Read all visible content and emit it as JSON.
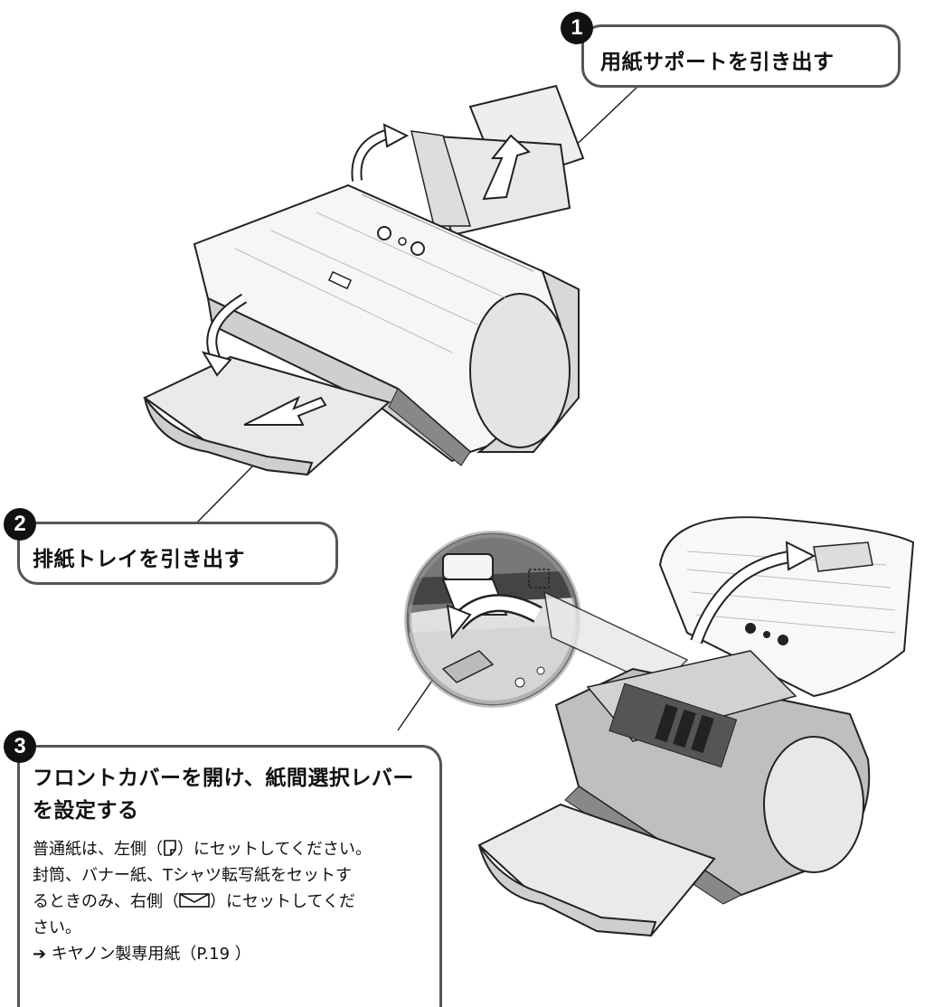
{
  "steps": [
    {
      "number": "1",
      "title": "用紙サポートを引き出す"
    },
    {
      "number": "2",
      "title": "排紙トレイを引き出す"
    },
    {
      "number": "3",
      "title_line1": "フロントカバーを開け、紙間選択レバー",
      "title_line2": "を設定する"
    }
  ],
  "step3_body": {
    "line1_a": "普通紙は、左側（",
    "line1_b": "）にセットしてください。",
    "line2": "封筒、バナー紙、Tシャツ転写紙をセットす",
    "line3_a": "るときのみ、右側（",
    "line3_b": "）にセットしてくだ",
    "line4": "さい。",
    "line5": "➔ キヤノン製専用紙（P.19 ）"
  }
}
